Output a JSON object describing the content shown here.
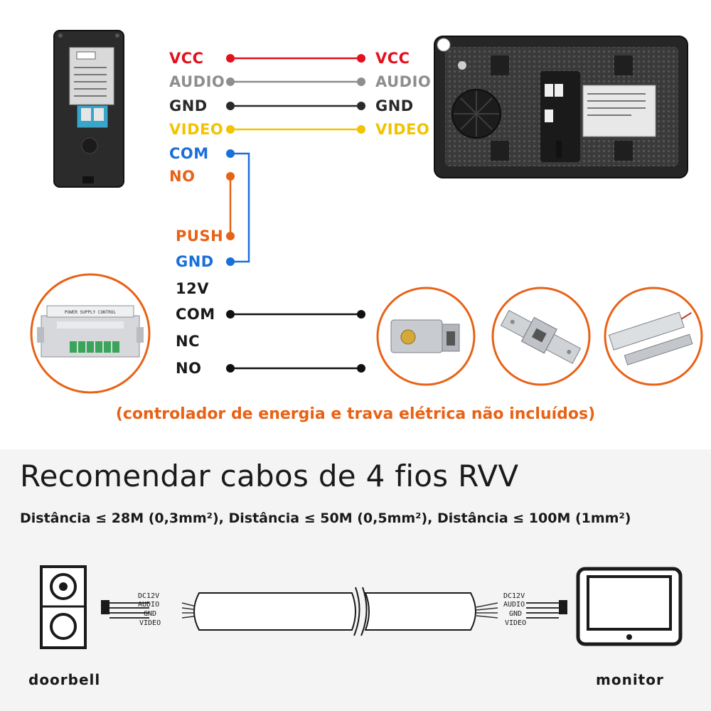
{
  "colors": {
    "vcc": "#e3101d",
    "audio": "#8e8e8e",
    "gnd": "#2a2a2a",
    "video": "#f2c300",
    "com": "#1a6fd8",
    "no": "#e86216",
    "accent_orange": "#e86216"
  },
  "doorbell_wires": {
    "left": [
      "VCC",
      "AUDIO",
      "GND",
      "VIDEO",
      "COM",
      "NO"
    ],
    "right": [
      "VCC",
      "AUDIO",
      "GND",
      "VIDEO"
    ]
  },
  "power_controller": {
    "terminals": [
      "PUSH",
      "GND",
      "12V",
      "COM",
      "NC",
      "NO"
    ],
    "panel_text": "POWER SUPPLY CONTROL"
  },
  "note": "(controlador de energia e trava elétrica não incluídos)",
  "headline": "Recomendar cabos de 4 fios RVV",
  "subline": "Distância ≤ 28M (0,3mm²), Distância ≤ 50M (0,5mm²), Distância ≤ 100M (1mm²)",
  "cable": {
    "left_labels": [
      "DC12V",
      "AUDIO",
      "GND",
      "VIDEO"
    ],
    "right_labels": [
      "DC12V",
      "AUDIO",
      "GND",
      "VIDEO"
    ]
  },
  "captions": {
    "doorbell": "doorbell",
    "monitor": "monitor"
  }
}
